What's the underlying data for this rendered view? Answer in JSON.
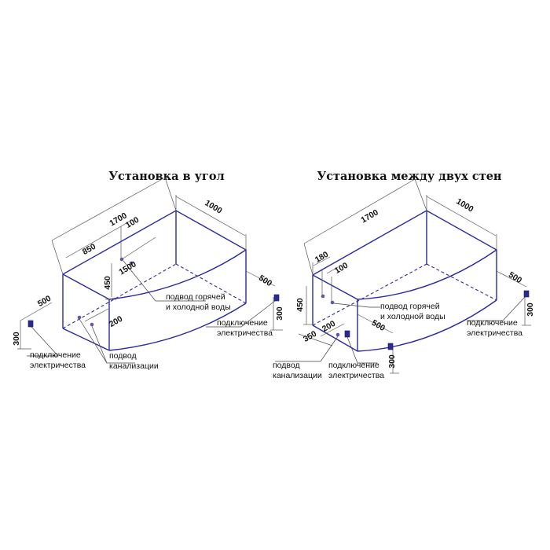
{
  "left": {
    "title": "Установка в угол",
    "dims": {
      "d1700": "1700",
      "d1000": "1000",
      "d100": "100",
      "d850": "850",
      "d1500": "1500",
      "d450": "450",
      "d500a": "500",
      "d200": "200",
      "d500b": "500",
      "d300a": "300",
      "d300b": "300"
    },
    "notes": {
      "water_1": "подвод горячей",
      "water_2": "и холодной воды",
      "power_right_1": "подключение",
      "power_right_2": "электричества",
      "power_left_1": "подключение",
      "power_left_2": "электричества",
      "drain_1": "подвод",
      "drain_2": "канализации"
    }
  },
  "right": {
    "title": "Установка между двух стен",
    "dims": {
      "d1700": "1700",
      "d1000": "1000",
      "d180": "180",
      "d100": "100",
      "d450": "450",
      "d500a": "500",
      "d500b": "500",
      "d300a": "300",
      "d200": "200",
      "d350": "350",
      "d300b": "300"
    },
    "notes": {
      "water_1": "подвод горячей",
      "water_2": "и холодной воды",
      "power_right_1": "подключение",
      "power_right_2": "электричества",
      "drain_1": "подвод",
      "drain_2": "канализации",
      "power_bottom_1": "подключение",
      "power_bottom_2": "электричества"
    }
  },
  "colors": {
    "edge": "#2a2aa0",
    "socket": "#2a2a90"
  }
}
